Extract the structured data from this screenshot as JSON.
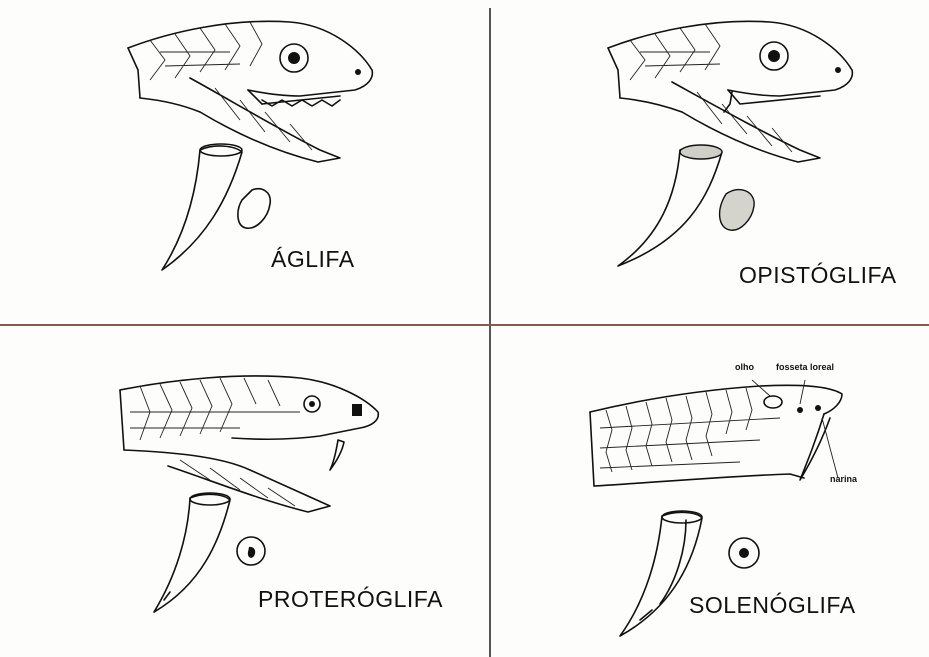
{
  "panels": [
    {
      "id": "aglifa",
      "caption": "ÁGLIFA"
    },
    {
      "id": "opistoglifa",
      "caption": "OPISTÓGLIFA"
    },
    {
      "id": "proteroglifa",
      "caption": "PROTERÓGLIFA"
    },
    {
      "id": "solenoglifa",
      "caption": "SOLENÓGLIFA"
    }
  ],
  "solenoglifa_labels": {
    "eye": "olho",
    "pit": "fosseta loreal",
    "nostril": "narina"
  }
}
